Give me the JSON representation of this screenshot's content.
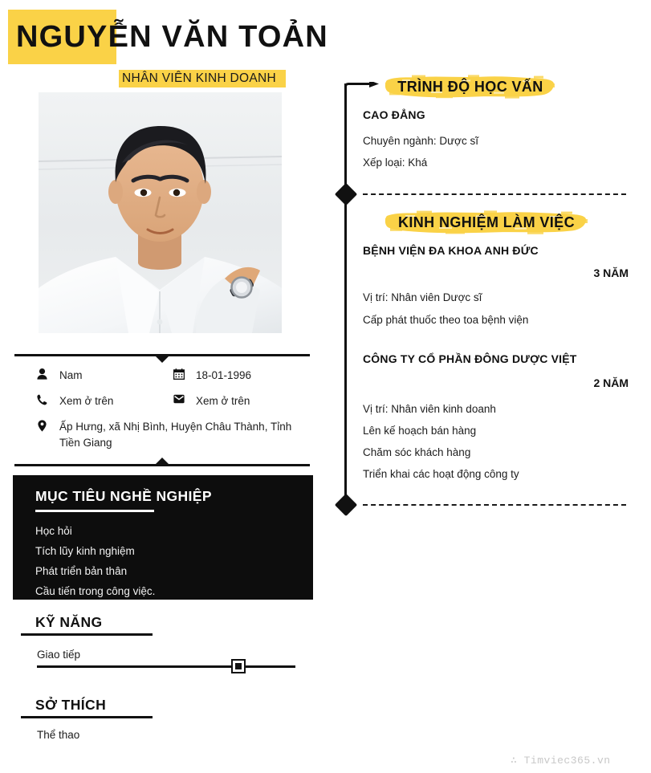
{
  "theme": {
    "accent_yellow": "#FAD247",
    "ink": "#111111",
    "panel_dark": "#0D0D0D",
    "watermark_gray": "#C8C8C8"
  },
  "header": {
    "name": "NGUYỄN VĂN TOẢN",
    "job_title": "NHÂN VIÊN KINH DOANH"
  },
  "photo": {
    "alt": "portrait-photo"
  },
  "contact": {
    "rows": [
      {
        "left": {
          "icon": "person-icon",
          "value": "Nam"
        },
        "right": {
          "icon": "calendar-icon",
          "value": "18-01-1996"
        }
      },
      {
        "left": {
          "icon": "phone-icon",
          "value": "Xem ở trên"
        },
        "right": {
          "icon": "envelope-icon",
          "value": "Xem ở trên"
        }
      }
    ],
    "address": {
      "icon": "location-pin-icon",
      "value": "Ấp Hưng, xã Nhị Bình, Huyện Châu Thành, Tỉnh Tiền Giang"
    }
  },
  "objective": {
    "title": "MỤC TIÊU NGHỀ NGHIỆP",
    "items": [
      "Học hỏi",
      "Tích lũy kinh nghiệm",
      "Phát triển bản thân",
      "Cầu tiến trong công việc."
    ]
  },
  "skills": {
    "title": "KỸ NĂNG",
    "items": [
      {
        "name": "Giao tiếp",
        "level_percent": 78
      }
    ]
  },
  "hobbies": {
    "title": "SỞ THÍCH",
    "items": [
      "Thể thao"
    ]
  },
  "education": {
    "title": "TRÌNH ĐỘ HỌC VẤN",
    "degree": "CAO ĐẲNG",
    "details": [
      "Chuyên ngành: Dược sĩ",
      "Xếp loại: Khá"
    ]
  },
  "experience": {
    "title": "KINH NGHIỆM LÀM VIỆC",
    "jobs": [
      {
        "company": "BỆNH VIỆN ĐA KHOA ANH ĐỨC",
        "duration": "3 NĂM",
        "details": [
          "Vị trí: Nhân viên Dược sĩ",
          "Cấp phát thuốc theo toa bệnh viện"
        ]
      },
      {
        "company": "CÔNG TY CỔ PHẦN ĐÔNG DƯỢC VIỆT",
        "duration": "2 NĂM",
        "details": [
          "Vị trí: Nhân viên kinh doanh",
          "Lên kế hoạch bán hàng",
          "Chăm sóc khách hàng",
          "Triển khai các hoạt động công ty"
        ]
      }
    ]
  },
  "footer": {
    "watermark": "∴ Timviec365.vn"
  }
}
